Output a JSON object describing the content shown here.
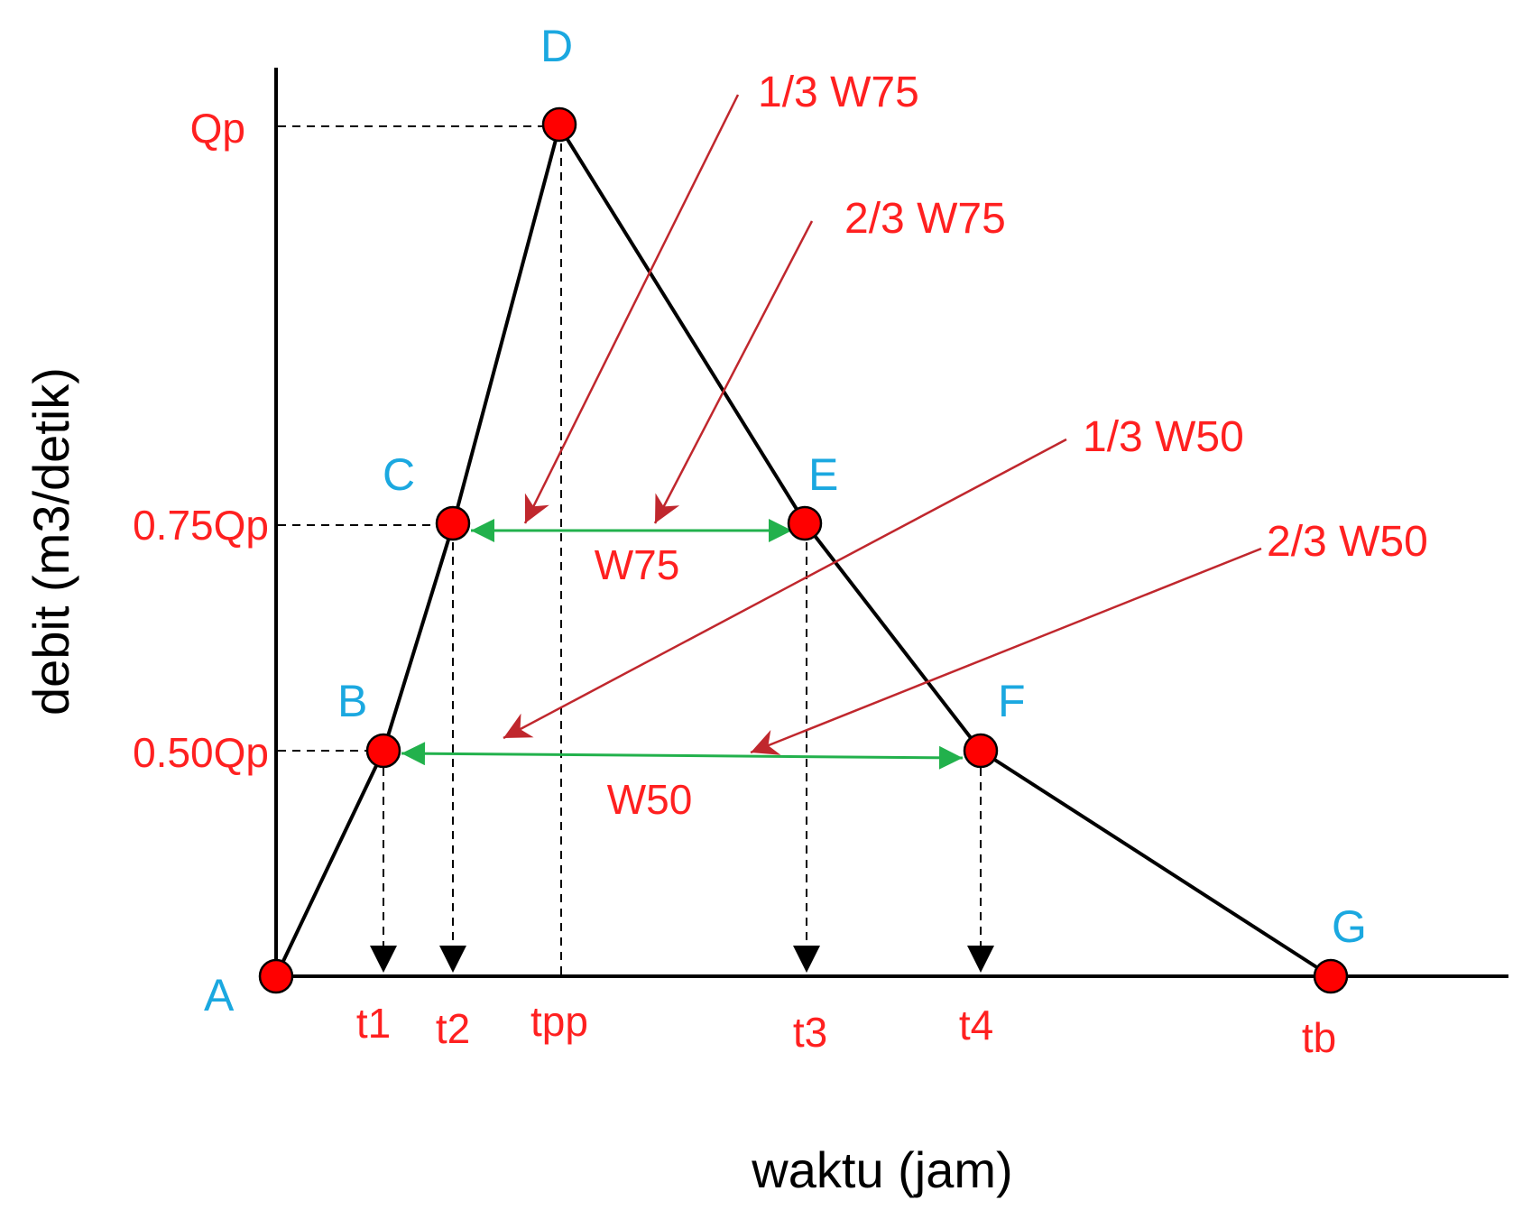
{
  "axes": {
    "x_label": "waktu (jam)",
    "y_label": "debit (m3/detik)",
    "y_ticks": [
      "Qp",
      "0.75Qp",
      "0.50Qp"
    ],
    "x_ticks": [
      "t1",
      "t2",
      "tpp",
      "t3",
      "t4",
      "tb"
    ]
  },
  "points": [
    "A",
    "B",
    "C",
    "D",
    "E",
    "F",
    "G"
  ],
  "widths": {
    "w75": "W75",
    "w50": "W50"
  },
  "annotations": {
    "w75_third": "1/3 W75",
    "w75_two_thirds": "2/3 W75",
    "w50_third": "1/3 W50",
    "w50_two_thirds": "2/3 W50"
  },
  "colors": {
    "point_label": "#1BA8E0",
    "text_red": "#FF2020",
    "arrow_red": "#C0272D",
    "width_arrow": "#22B14C",
    "point_fill": "#FF0000",
    "line": "#000000"
  }
}
